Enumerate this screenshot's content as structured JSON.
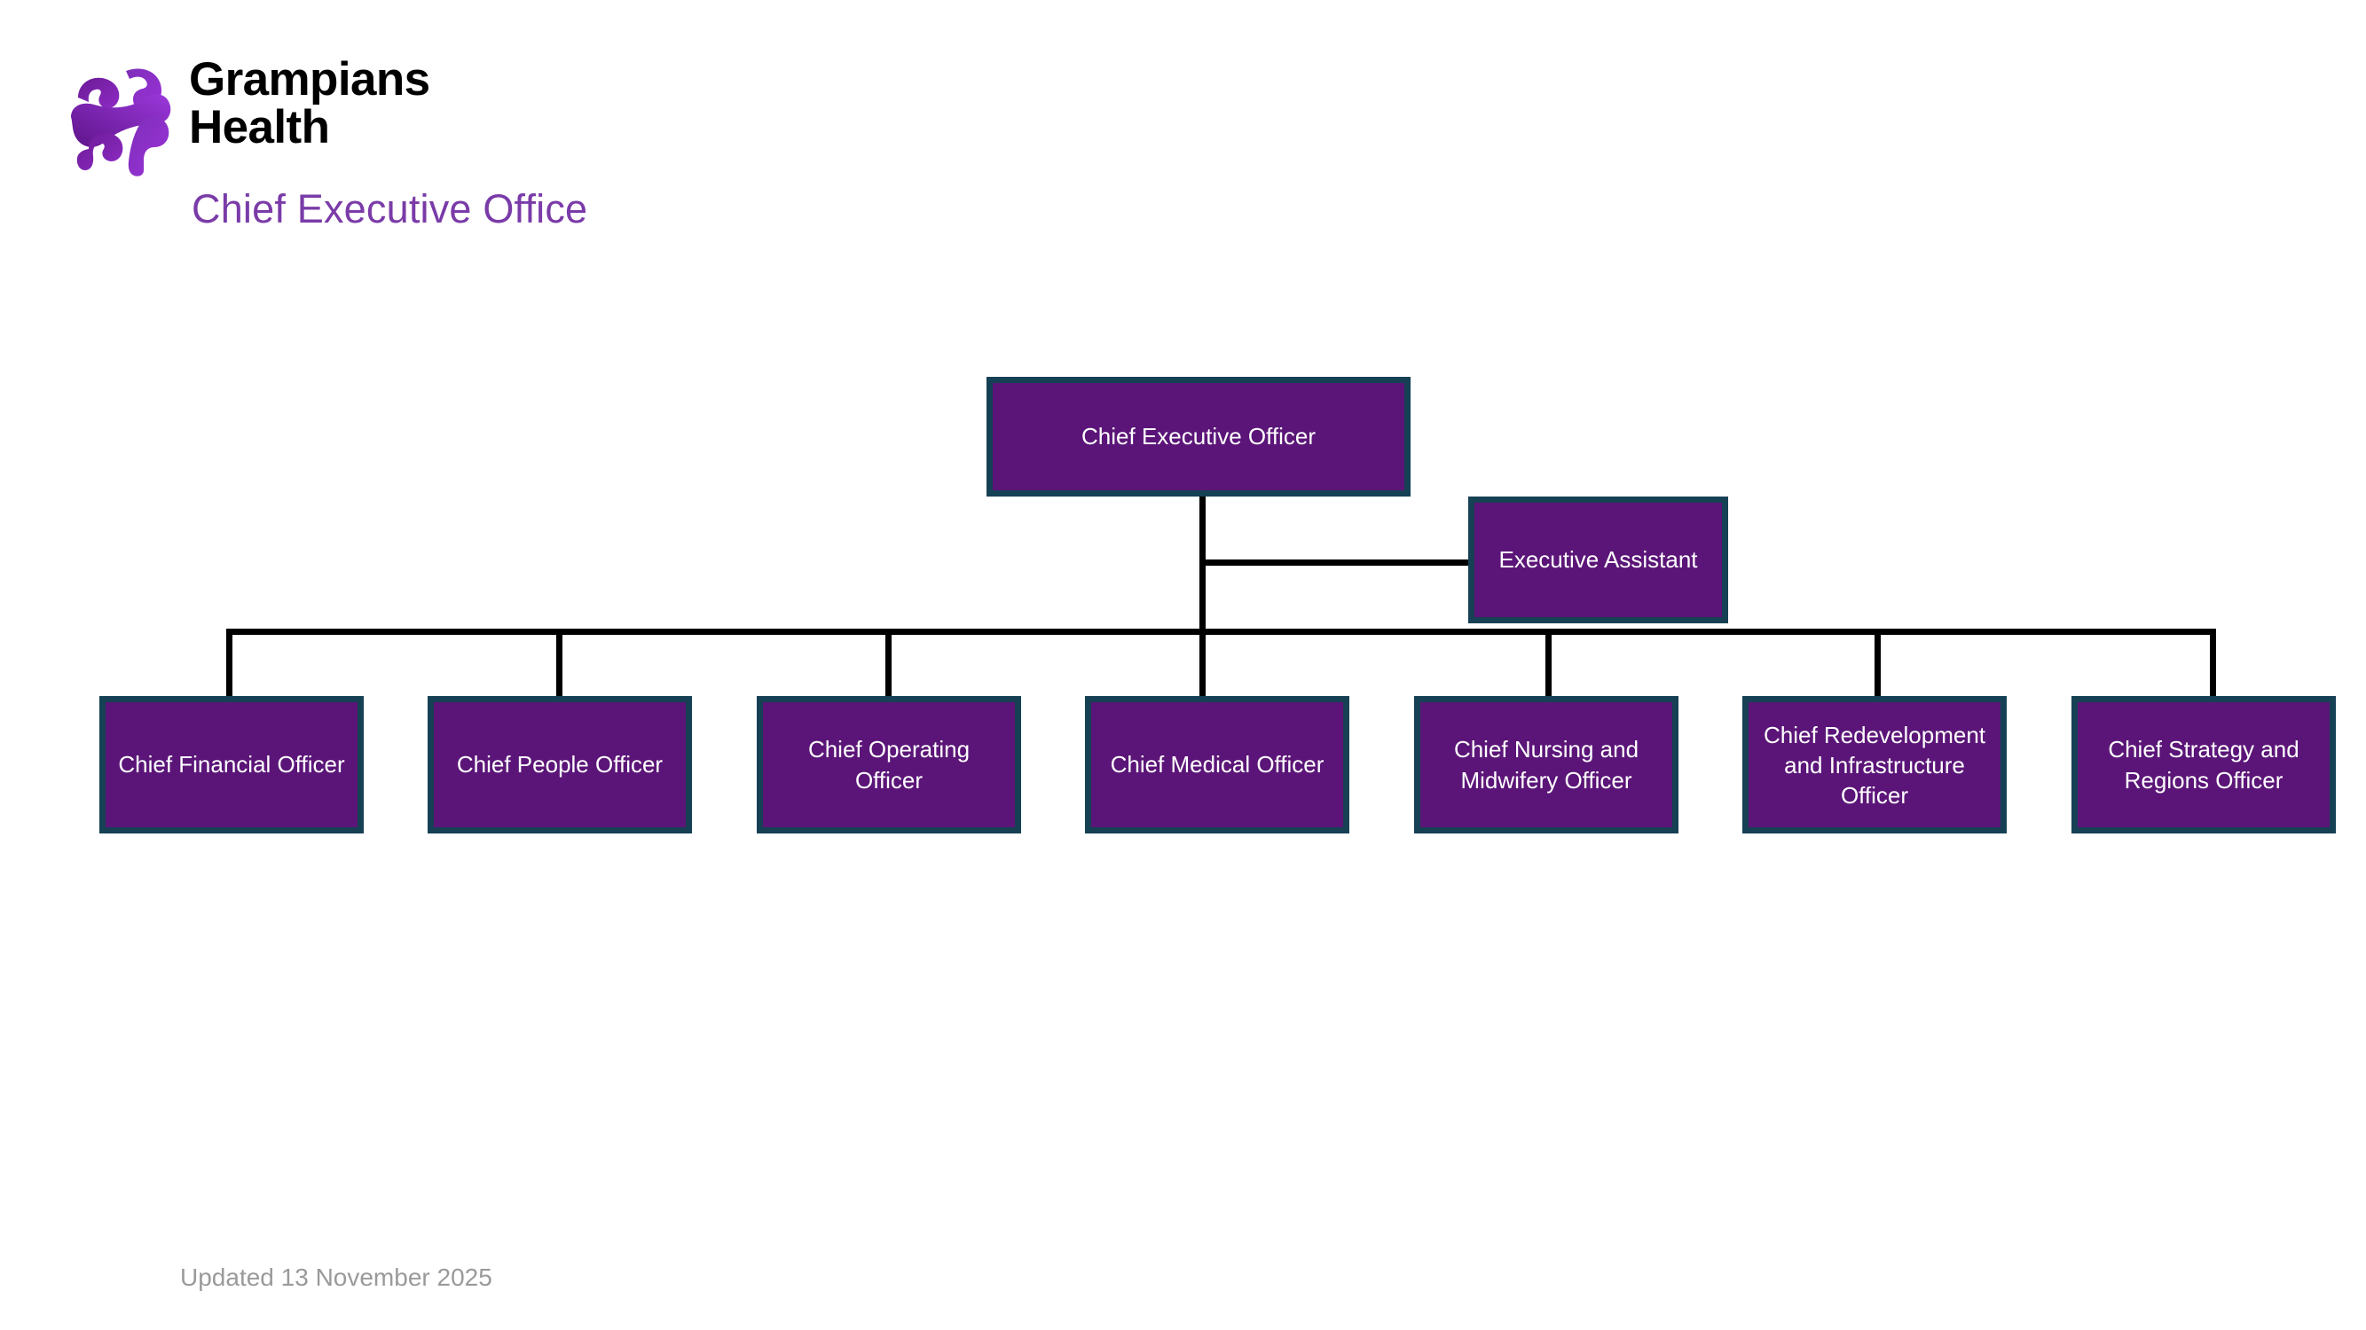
{
  "brand": {
    "name_line1": "Grampians",
    "name_line2": "Health",
    "logo_icon": "grampians-health-ribbon-logo",
    "accent_color": "#7A3BA8",
    "wordmark_color": "#000000"
  },
  "header": {
    "title": "Chief Executive Office"
  },
  "footer": {
    "updated": "Updated 13 November 2025"
  },
  "style": {
    "node_fill": "#5B1578",
    "node_border": "#164054",
    "node_text": "#FFFFFF",
    "connector": "#000000",
    "background": "#FFFFFF"
  },
  "chart_data": {
    "type": "org-chart",
    "title": "Chief Executive Office",
    "root": {
      "id": "ceo",
      "label": "Chief Executive Officer"
    },
    "assistant": {
      "id": "ea",
      "label": "Executive Assistant",
      "reports_to": "ceo"
    },
    "children": [
      {
        "id": "cfo",
        "label": "Chief Financial Officer",
        "reports_to": "ceo"
      },
      {
        "id": "cpo",
        "label": "Chief People Officer",
        "reports_to": "ceo"
      },
      {
        "id": "coo",
        "label": "Chief Operating Officer",
        "reports_to": "ceo"
      },
      {
        "id": "cmo",
        "label": "Chief Medical Officer",
        "reports_to": "ceo"
      },
      {
        "id": "cnmo",
        "label": "Chief Nursing and Midwifery Officer",
        "reports_to": "ceo"
      },
      {
        "id": "crio",
        "label": "Chief Redevelopment and Infrastructure Officer",
        "reports_to": "ceo"
      },
      {
        "id": "csro",
        "label": "Chief Strategy and Regions Officer",
        "reports_to": "ceo"
      }
    ],
    "levels": 2,
    "node_count": 9
  }
}
